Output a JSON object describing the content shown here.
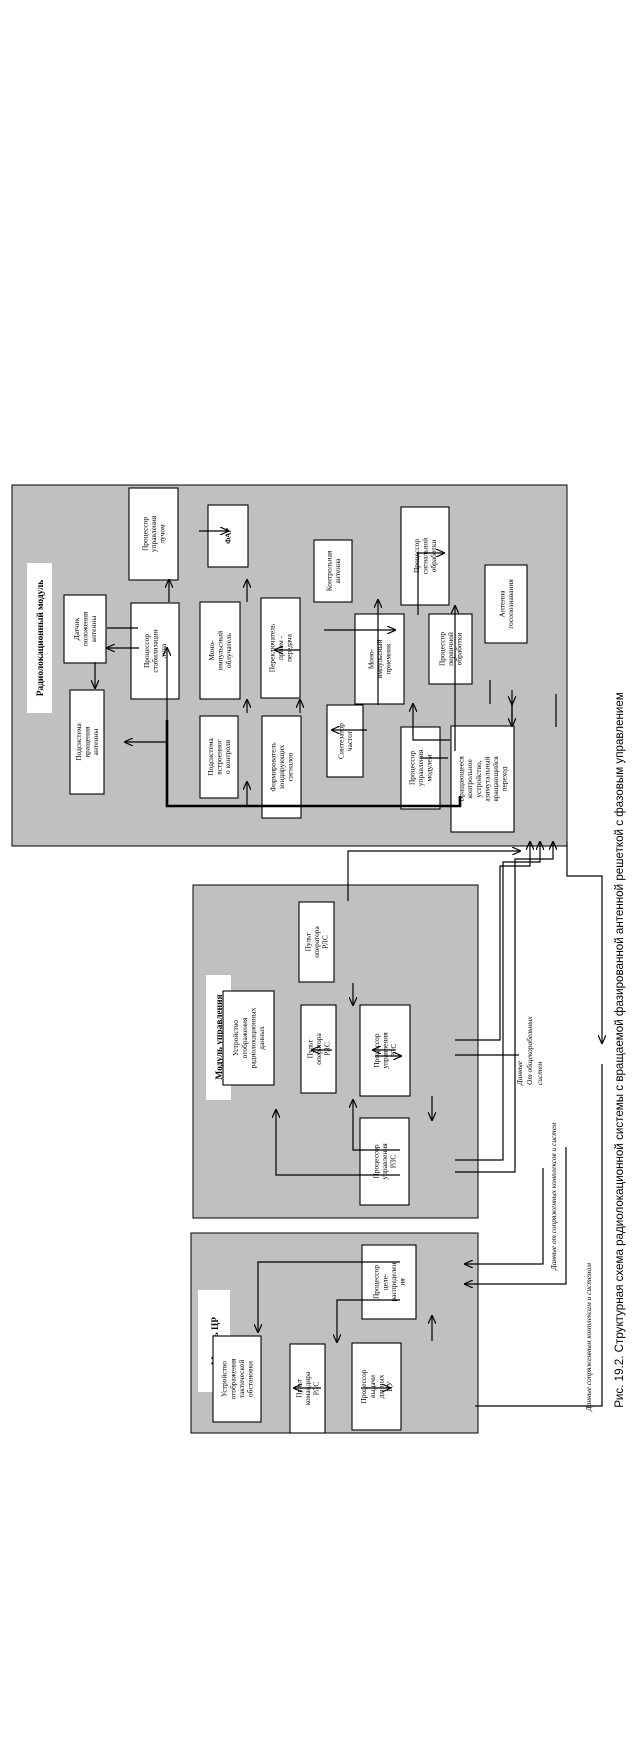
{
  "caption": "Рис. 19.2. Структурная схема радиолокационной системы с вращаемой фазированной антенной решеткой с фазовым управлением",
  "modules": {
    "radar": {
      "title": "Радиолокационный модуль"
    },
    "control": {
      "title": "Модуль управления"
    },
    "cr": {
      "title": "Модуль ЦР"
    }
  },
  "blocks": {
    "rot_subsys": [
      "Подсистема",
      "вращения",
      "антенны"
    ],
    "pos_sensor": [
      "Датчик",
      "положения",
      "антенны"
    ],
    "beam_stab": [
      "Процессор",
      "стабилизации",
      "луча"
    ],
    "beam_ctrl": [
      "Процессор",
      "управления",
      "лучом"
    ],
    "far": [
      "ФАР"
    ],
    "bite": [
      "Подсистема",
      "встроенног",
      "о контроля"
    ],
    "mono_irr": [
      "Моно-",
      "импульсный",
      "облучатель"
    ],
    "tr_switch": [
      "Переключатель",
      "прием -",
      "передача"
    ],
    "probe_gen": [
      "Формирователь",
      "зондирующих",
      "сигналов"
    ],
    "ctrl_ant": [
      "Контрольная",
      "антенна"
    ],
    "synth": [
      "Синтезатор",
      "частот"
    ],
    "mono_rx": [
      "Моно-",
      "импульсный",
      "приемник"
    ],
    "sig_proc": [
      "Процессор",
      "сигнальной",
      "обработки"
    ],
    "mod_ctrl": [
      "Процессор",
      "управления",
      "модулем"
    ],
    "prim_proc": [
      "Процессор",
      "первичной",
      "обработки"
    ],
    "iff_ant": [
      "Антенна",
      "госопознавания"
    ],
    "rot_joint": [
      "Вращающееся",
      "контрольное",
      "устройство,",
      "азимутальный",
      "вращающийся",
      "переход"
    ],
    "rds_console_a": [
      "Пульт",
      "оператора",
      "РЛС"
    ],
    "rds_console_b": [
      "Пульт",
      "оператора",
      "РЛС"
    ],
    "display_radar": [
      "Устройство",
      "отображения",
      "радиолокационных",
      "данных"
    ],
    "rds_proc_a": [
      "Процессор",
      "управления",
      "РЛС"
    ],
    "rds_proc_b": [
      "Процессор",
      "управления",
      "РЛС"
    ],
    "target_dist": [
      "Процессор",
      "целе-",
      "распределен",
      "ия"
    ],
    "tact_display": [
      "Устройство",
      "отображения",
      "тактической",
      "обстановки"
    ],
    "cmd_console": [
      "Пульт",
      "командира",
      "РЛС"
    ],
    "cu_proc": [
      "Процессор",
      "выдачи",
      "данных",
      "ЦУ"
    ]
  },
  "annotations": {
    "data": "Данные",
    "from_onboard": "От общекорабельных",
    "systems": "систем",
    "from_related": "Данные от сопряженных комплексов и систем",
    "to_related": "Данные сопряженным комплексам и системам"
  },
  "colors": {
    "module_fill": "#c0c0c0",
    "block_fill": "#ffffff",
    "line": "#000000"
  }
}
